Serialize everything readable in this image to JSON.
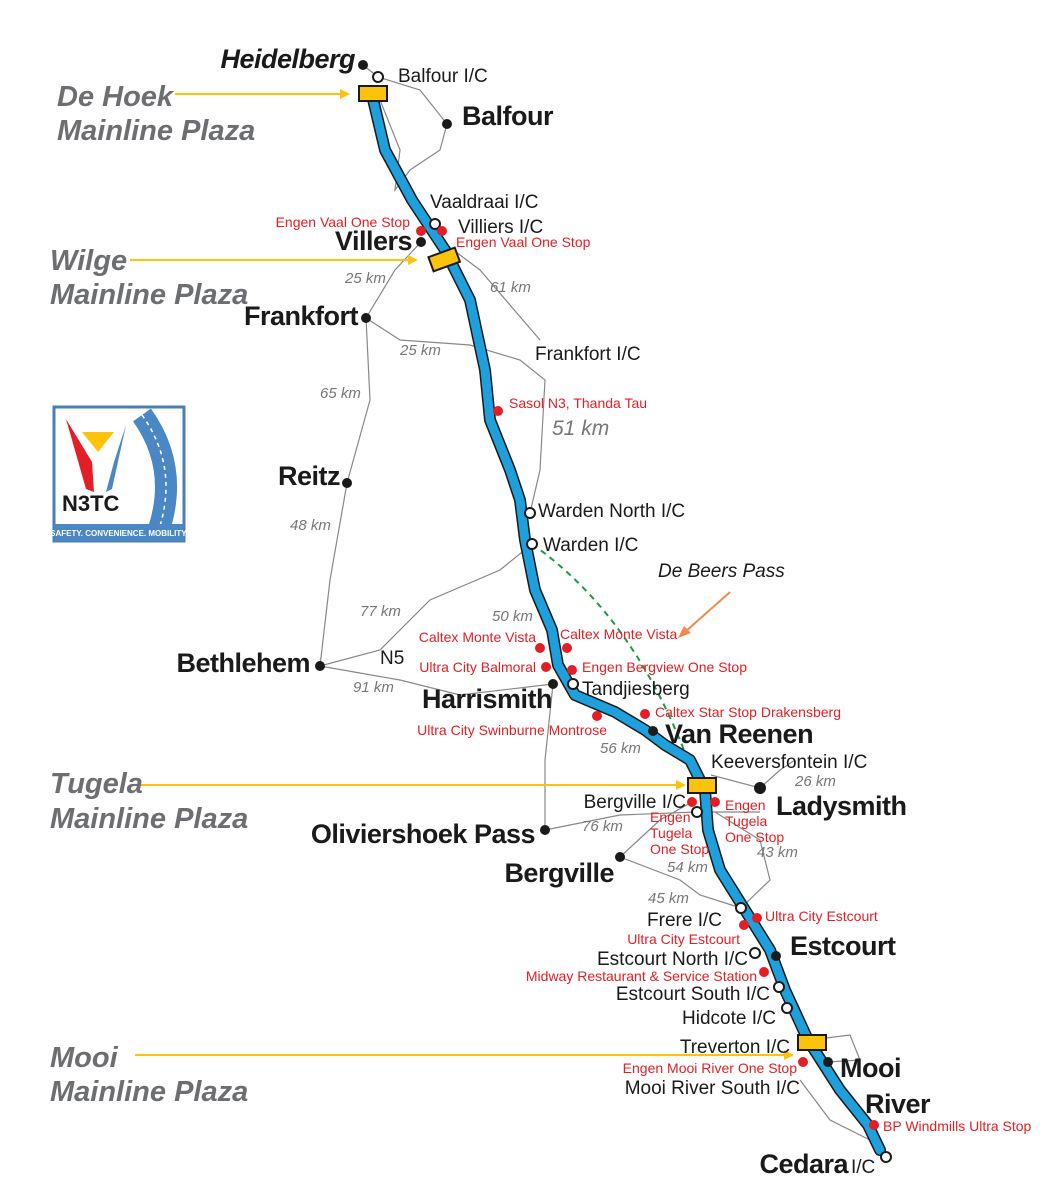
{
  "cities": [
    "Heidelberg",
    "Balfour",
    "Villers",
    "Frankfort",
    "Reitz",
    "Bethlehem",
    "Harrismith",
    "Van Reenen",
    "Ladysmith",
    "Oliviershoek Pass",
    "Bergville",
    "Estcourt",
    "Mooi",
    "River",
    "Cedara"
  ],
  "interchanges": [
    "Balfour I/C",
    "Vaaldraai I/C",
    "Villiers I/C",
    "Frankfort I/C",
    "Warden North I/C",
    "Warden I/C",
    "Tandjiesberg",
    "Keeversfontein I/C",
    "Bergville I/C",
    "Frere I/C",
    "Estcourt North I/C",
    "Estcourt South I/C",
    "Hidcote I/C",
    "Treverton I/C",
    "Mooi River South I/C",
    "I/C"
  ],
  "fuel_stops": [
    "Engen Vaal One Stop",
    "Engen Vaal One Stop",
    "Sasol N3, Thanda Tau",
    "Caltex Monte Vista",
    "Caltex Monte Vista",
    "Ultra City Balmoral",
    "Engen Bergview One Stop",
    "Ultra City Swinburne Montrose",
    "Caltex Star Stop Drakensberg",
    "Ultra City Estcourt",
    "Ultra City Estcourt",
    "Midway Restaurant & Service Station",
    "Engen Mooi River One Stop",
    "BP Windmills Ultra Stop"
  ],
  "engen_tugela": [
    "Engen",
    "Tugela",
    "One Stop"
  ],
  "distances": [
    "25 km",
    "61 km",
    "25 km",
    "65 km",
    "51 km",
    "48 km",
    "77 km",
    "50 km",
    "91 km",
    "56 km",
    "26 km",
    "76 km",
    "43 km",
    "54 km",
    "45 km"
  ],
  "road_label": "N5",
  "pass_label": "De Beers Pass",
  "plazas": [
    {
      "name": "De Hoek",
      "sub": "Mainline Plaza"
    },
    {
      "name": "Wilge",
      "sub": "Mainline Plaza"
    },
    {
      "name": "Tugela",
      "sub": "Mainline Plaza"
    },
    {
      "name": "Mooi",
      "sub": "Mainline Plaza"
    }
  ],
  "logo": {
    "text": "N3TC",
    "tagline": "SAFETY. CONVENIENCE. MOBILITY."
  },
  "colors": {
    "route": "#1ea0dc",
    "plaza": "#fdc30a",
    "fuel": "#e31e24",
    "pass": "#1a9a4a",
    "arrow": "#f58a4b"
  }
}
